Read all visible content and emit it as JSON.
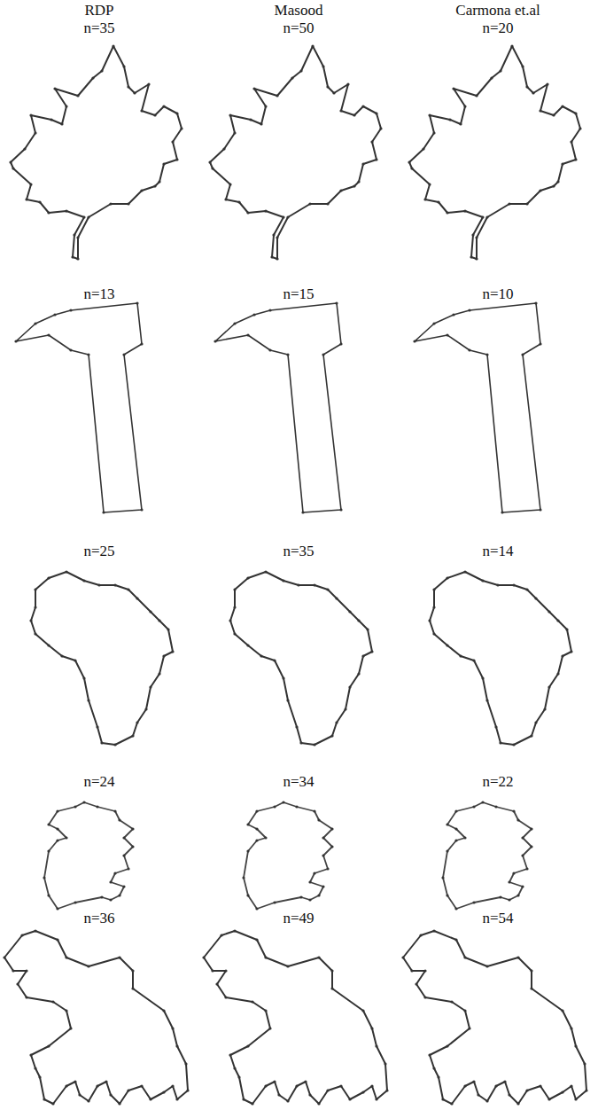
{
  "diagram": {
    "labels": [
      "RDP",
      "n=35",
      "Masood",
      "n=50",
      "Carmona et.al",
      "n=20",
      "n=13",
      "n=15",
      "n=10",
      "n=25",
      "n=35",
      "n=14",
      "n=24",
      "n=34",
      "n=22",
      "n=36",
      "n=49",
      "n=54"
    ]
  }
}
